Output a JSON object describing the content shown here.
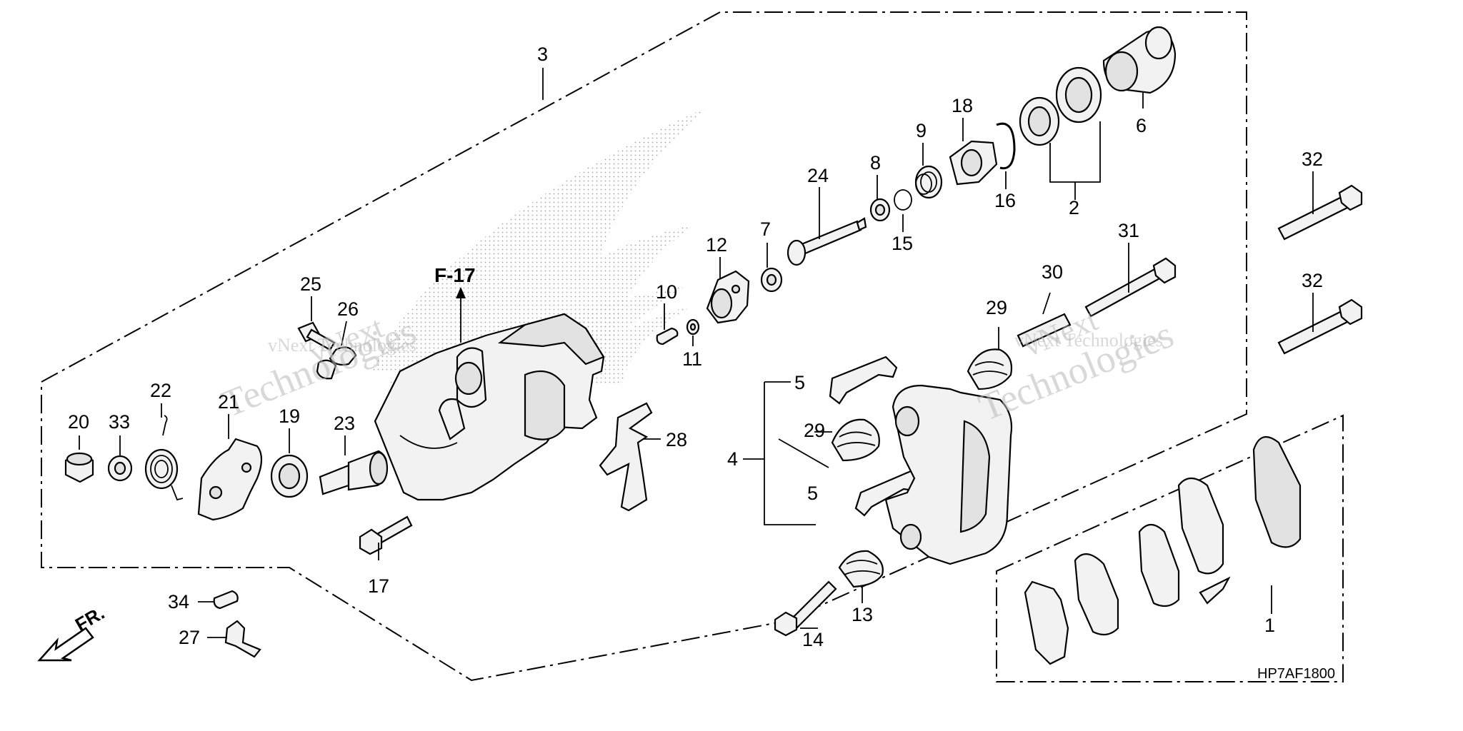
{
  "diagram": {
    "drawing_code": "HP7AF1800",
    "reference": "F-17",
    "direction_label": "FR.",
    "watermark": [
      "vNext",
      "Technologies",
      "vNext Technologies"
    ],
    "callouts": [
      "1",
      "2",
      "3",
      "4",
      "5",
      "5",
      "6",
      "7",
      "8",
      "9",
      "10",
      "11",
      "12",
      "13",
      "14",
      "15",
      "16",
      "17",
      "18",
      "19",
      "20",
      "21",
      "22",
      "23",
      "24",
      "25",
      "26",
      "27",
      "28",
      "29",
      "29",
      "30",
      "31",
      "32",
      "32",
      "33",
      "34"
    ]
  }
}
